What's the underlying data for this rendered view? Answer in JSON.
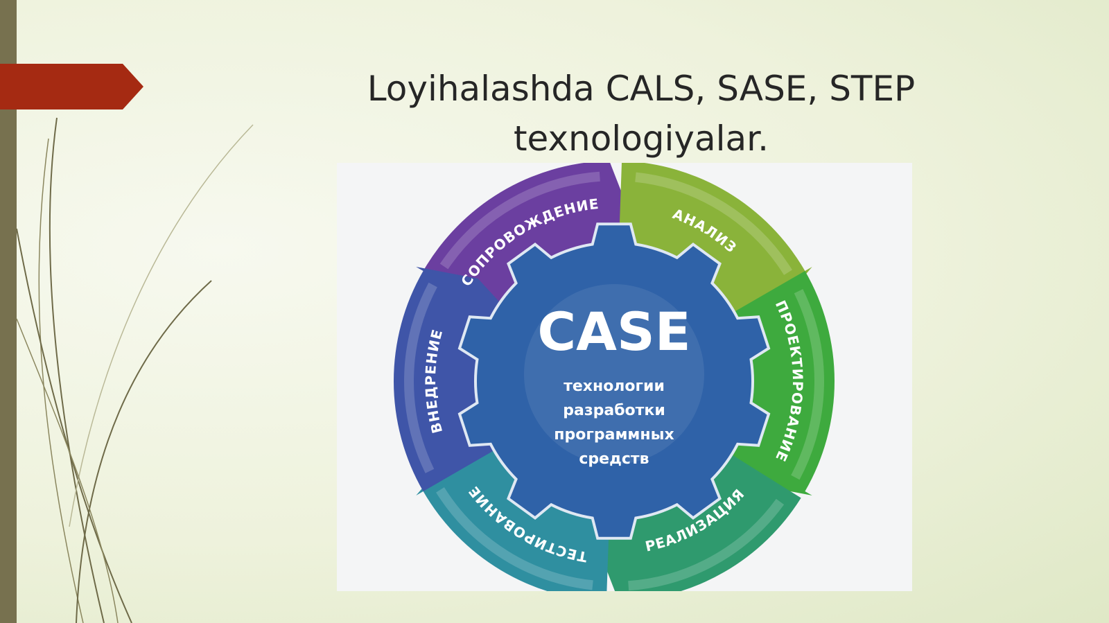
{
  "slide": {
    "title_line1": "Loyihalashda CALS, SASE, STEP",
    "title_line2": "texnologiyalar."
  },
  "diagram": {
    "center_title": "CASE",
    "center_lines": [
      "технологии",
      "разработки",
      "программных",
      "средств"
    ],
    "segments": [
      {
        "label": "СОПРОВОЖДЕНИЕ",
        "color": "#6b3fa0"
      },
      {
        "label": "АНАЛИЗ",
        "color": "#8ab33a"
      },
      {
        "label": "ПРОЕКТИРОВАНИЕ",
        "color": "#3eaa3e"
      },
      {
        "label": "РЕАЛИЗАЦИЯ",
        "color": "#2f9a6e"
      },
      {
        "label": "ТЕСТИРОВАНИЕ",
        "color": "#2f8fa0"
      },
      {
        "label": "ВНЕДРЕНИЕ",
        "color": "#3f55a8"
      }
    ],
    "gear_color": "#2f62a8"
  },
  "theme": {
    "accent": "#a52a12",
    "sidebar": "#77714f"
  }
}
